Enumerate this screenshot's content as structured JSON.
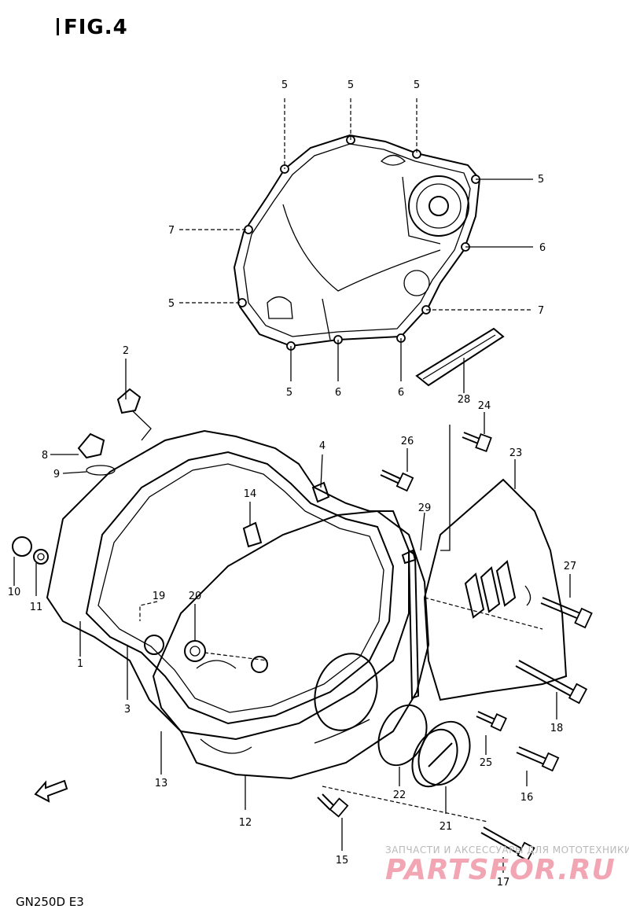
{
  "title": "FIG.4",
  "model_code": "GN250D  E3",
  "watermark": {
    "caption": "ЗАПЧАСТИ И АКСЕССУАРЫ ДЛЯ МОТОТЕХНИКИ",
    "brand": "PARTSFOR.RU"
  },
  "callouts": [
    "5",
    "5",
    "5",
    "5",
    "7",
    "6",
    "5",
    "7",
    "5",
    "6",
    "6",
    "28",
    "2",
    "8",
    "9",
    "4",
    "26",
    "24",
    "23",
    "29",
    "14",
    "27",
    "10",
    "11",
    "19",
    "20",
    "1",
    "3",
    "18",
    "13",
    "25",
    "16",
    "22",
    "12",
    "21",
    "15",
    "17"
  ]
}
